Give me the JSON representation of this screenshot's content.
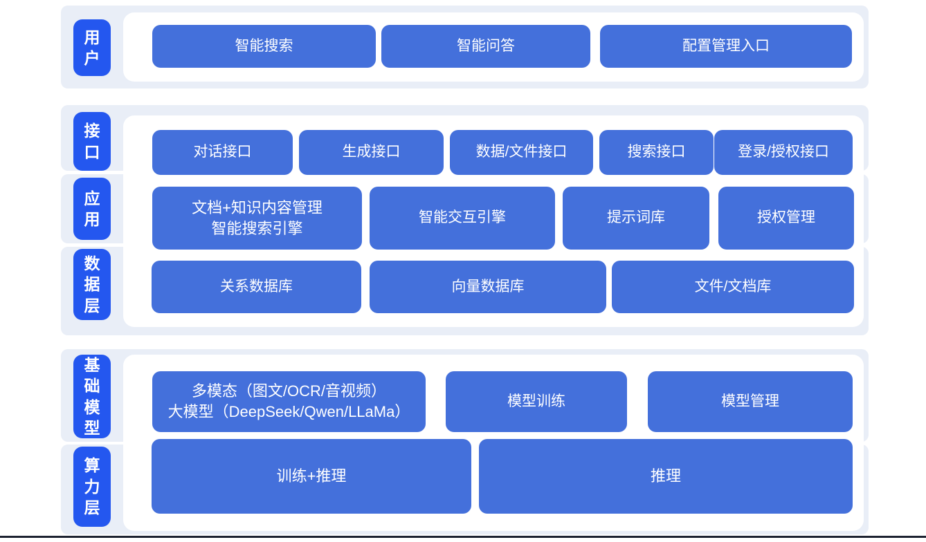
{
  "colors": {
    "band_bg": "#e9eef7",
    "label_bg": "#2457ef",
    "button_bg": "#4470db",
    "panel_bg": "#ffffff",
    "text_on_blue": "#ffffff",
    "bottom_line": "#1c2230"
  },
  "diagram": {
    "bands": [
      {
        "layer_label": "用户",
        "items": [
          "智能搜索",
          "智能问答",
          "配置管理入口"
        ]
      },
      {
        "layer_label": "接口",
        "items": [
          "对话接口",
          "生成接口",
          "数据/文件接口",
          "搜索接口",
          "登录/授权接口"
        ]
      },
      {
        "layer_label": "应用",
        "items": [
          "文档+知识内容管理\n智能搜索引擎",
          "智能交互引擎",
          "提示词库",
          "授权管理"
        ]
      },
      {
        "layer_label": "数据层",
        "items": [
          "关系数据库",
          "向量数据库",
          "文件/文档库"
        ]
      },
      {
        "layer_label": "基础模型",
        "items": [
          "多模态（图文/OCR/音视频）\n大模型（DeepSeek/Qwen/LLaMa）",
          "模型训练",
          "模型管理"
        ]
      },
      {
        "layer_label": "算力层",
        "items": [
          "训练+推理",
          "推理"
        ]
      }
    ]
  }
}
